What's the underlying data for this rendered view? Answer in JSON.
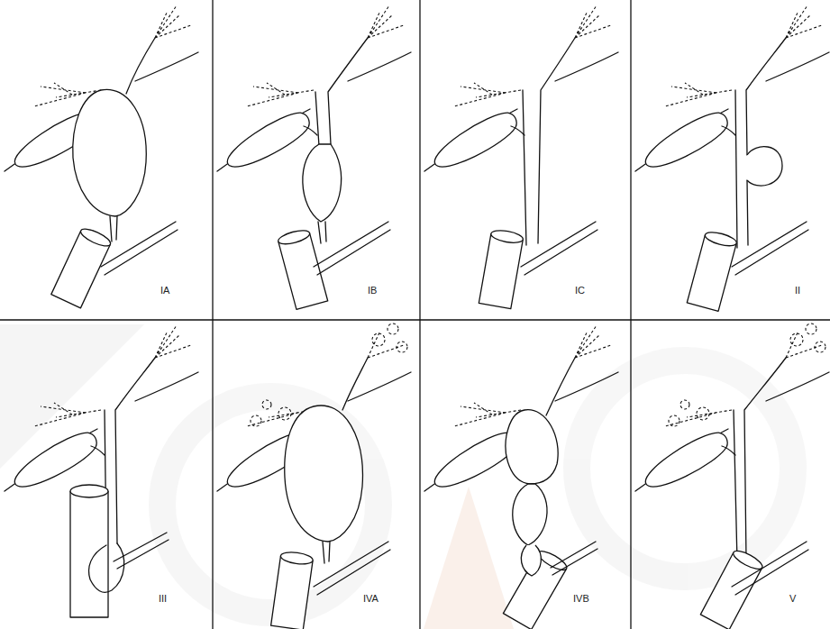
{
  "diagram": {
    "labels": [
      "IA",
      "IB",
      "IC",
      "II",
      "III",
      "IVA",
      "IVB",
      "V"
    ]
  }
}
